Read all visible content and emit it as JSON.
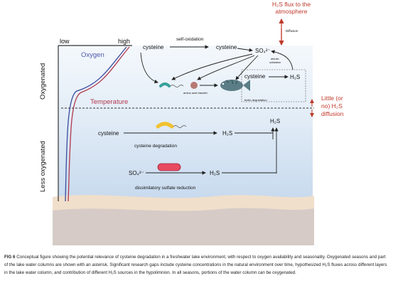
{
  "diagram": {
    "h2s_flux_label_line1": "H₂S flux to the",
    "h2s_flux_label_line2": "atmosphere",
    "diffusion_label": "Diffusion",
    "little_h2s_line1": "Little (or",
    "little_h2s_line2": "no) H₂S",
    "little_h2s_line3": "diffusion",
    "axis_low": "low",
    "axis_high": "high",
    "oxygen_label": "Oxygen",
    "temperature_label": "Temperature",
    "zone_oxygenated": "Oxygenated",
    "zone_less_oxygenated": "Less oxygenated",
    "self_oxidation": "self-oxidation",
    "cysteine_top_left": "cysteine",
    "cysteine_top_right": "cysteine",
    "so4_top": "SO₄²⁻",
    "abiotic_line1": "abiotic",
    "abiotic_line2": "oxidation",
    "amino_acid_transfer": "amino acid transfer",
    "box_cysteine": "cysteine",
    "box_h2s": "H₂S",
    "biotic_degradation": "biotic degradation",
    "lower_h2s_top": "H₂S",
    "lower_cysteine": "cysteine",
    "lower_h2s_mid": "H₂S",
    "cysteine_degradation": "cysteine degradation",
    "so4_lower": "SO₄²⁻",
    "lower_h2s_bottom": "H₂S",
    "dissimilatory_sulfate_reduction": "dissimilatory sulfate reduction"
  },
  "caption": {
    "label": "FIG 6",
    "text": " Conceptual figure showing the potential relevance of cysteine degradation in a freshwater lake environment, with respect to oxygen availability and seasonality. Oxygenated seasons and part of the lake water columns are shown with an asterisk. Significant research gaps include cysteine concentrations in the natural environment over time, hypothesized H₂S fluxes across different layers in the lake water column, and contribution of different H₂S sources in the hypolimnion. In all seasons, portions of the water column can be oxygenated."
  },
  "colors": {
    "water_top": "#eef4fb",
    "water_bottom": "#cfe0f1",
    "sediment_light": "#f1e1cf",
    "sediment_dark": "#d7ccc8",
    "oxygen_line": "#3b4b9e",
    "temperature_line": "#b2384f",
    "red_arrow": "#c0392b",
    "axis": "#333333"
  }
}
